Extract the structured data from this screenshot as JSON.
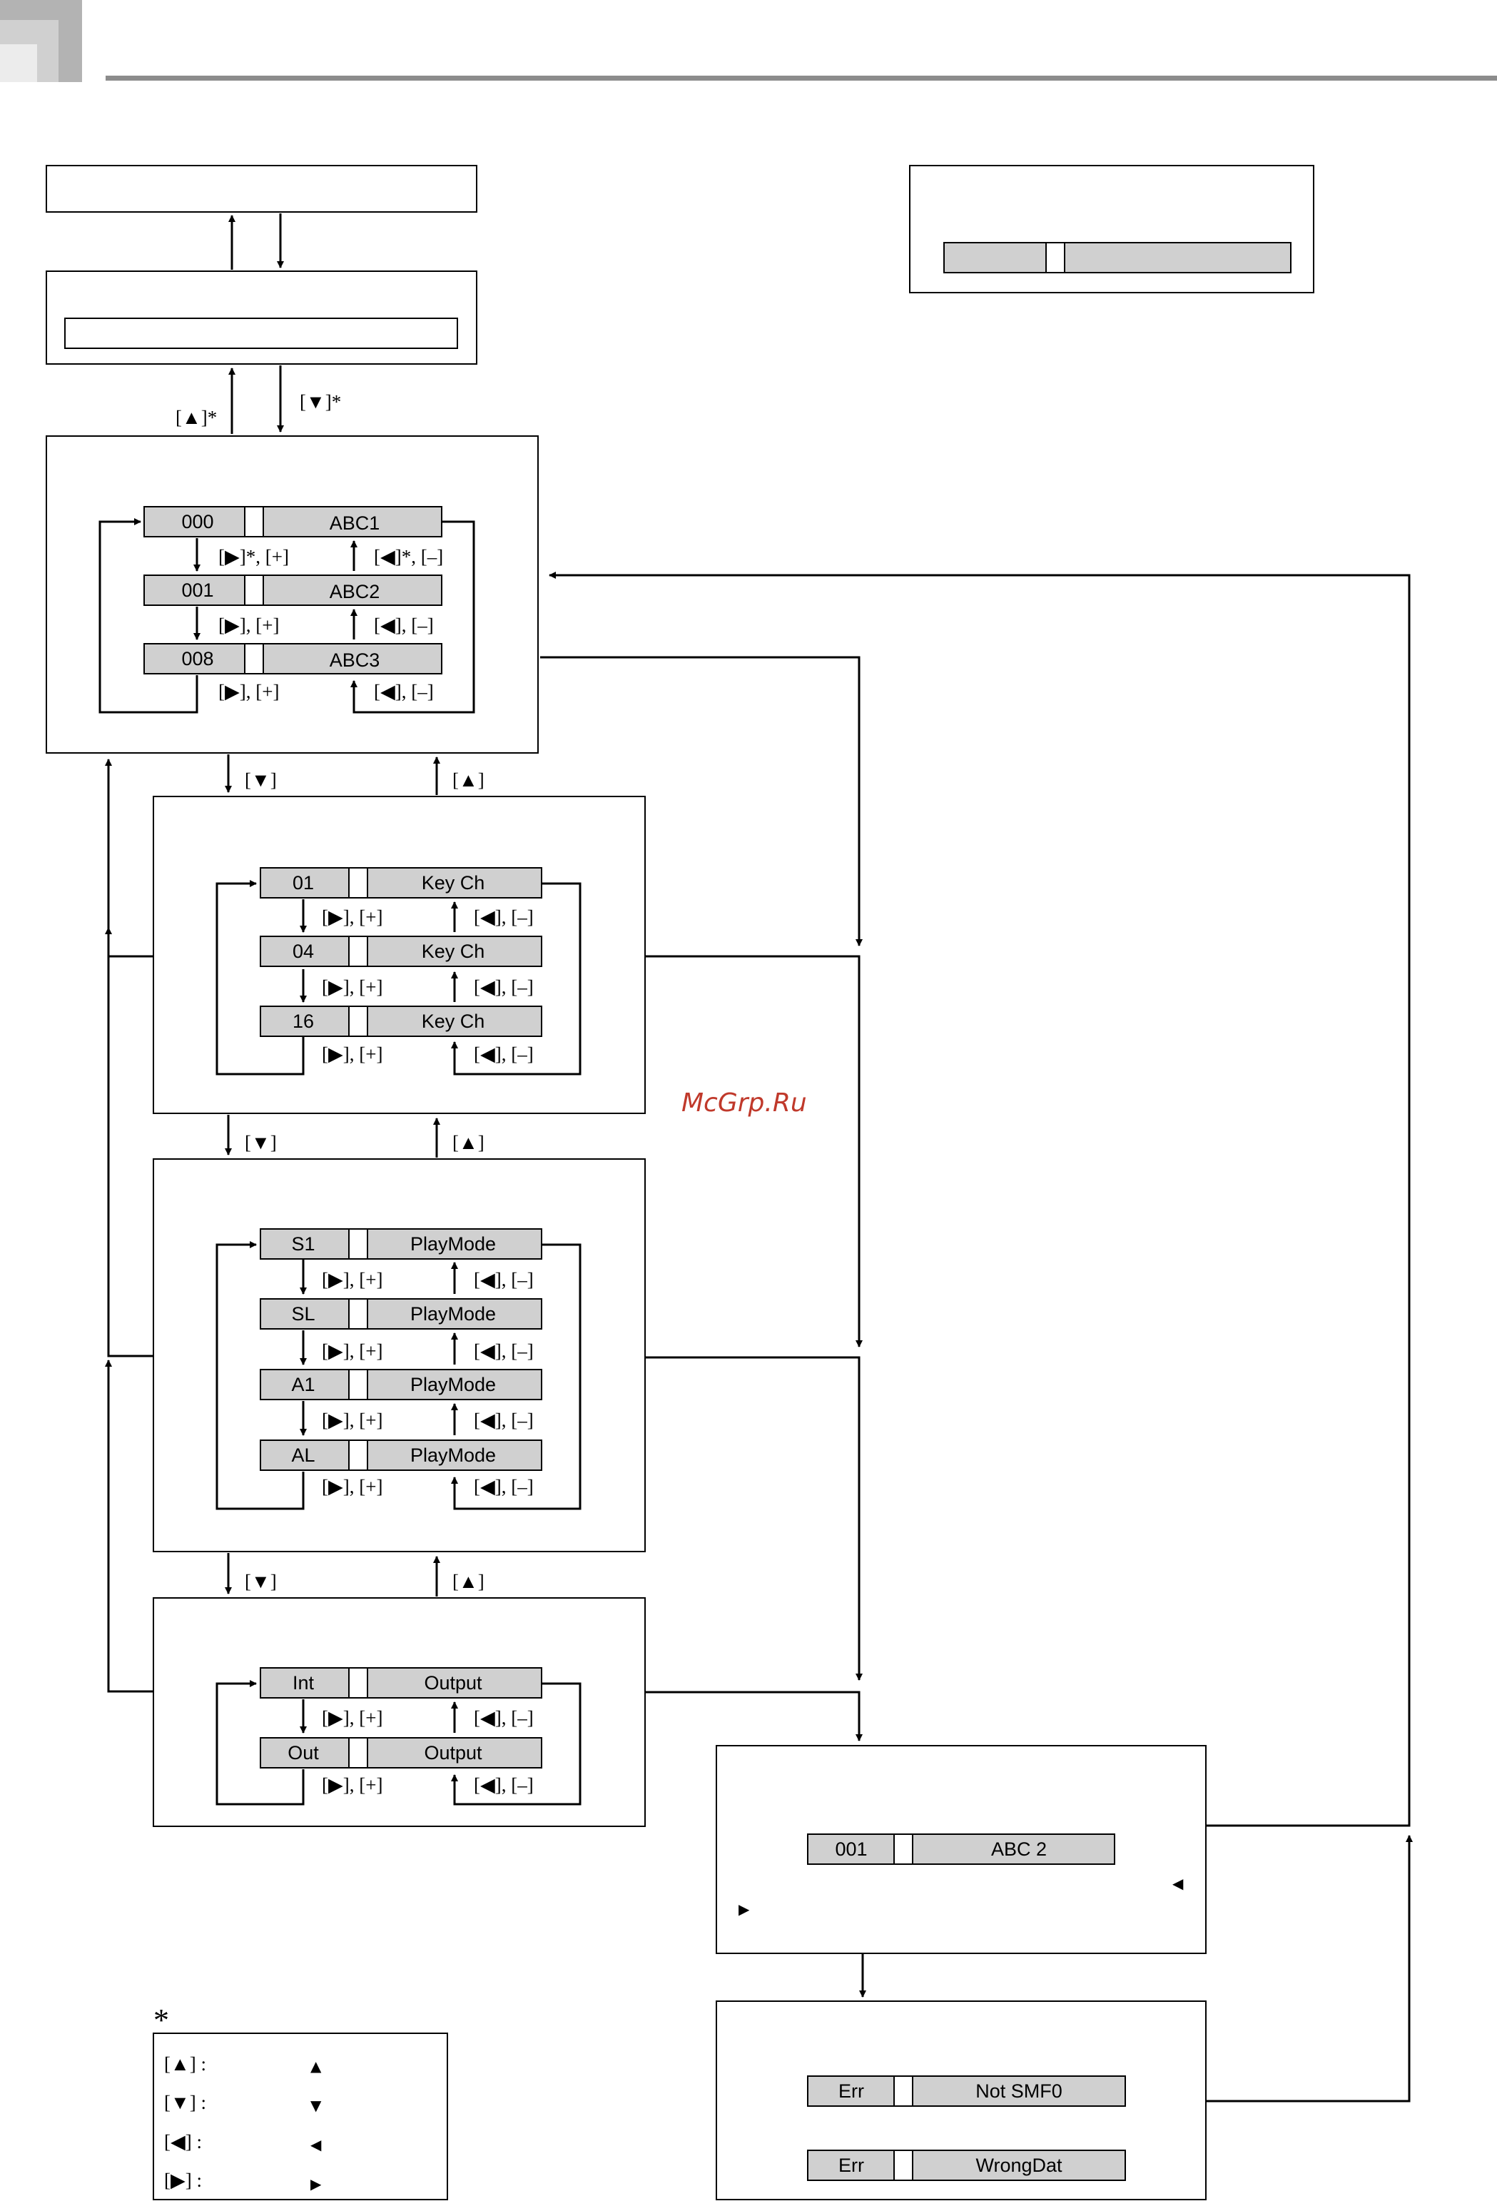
{
  "watermark": "McGrp.Ru",
  "labels": {
    "up": "[▲]",
    "down": "[▼]",
    "up_star": "[▲]*",
    "down_star": "[▼]*",
    "right_plus_star": "[▶]*, [+]",
    "left_minus_star": "[◀]*, [–]",
    "right_plus": "[▶], [+]",
    "left_minus": "[◀], [–]"
  },
  "song_select": {
    "rows": [
      {
        "value": "000",
        "name": "ABC1"
      },
      {
        "value": "001",
        "name": "ABC2"
      },
      {
        "value": "008",
        "name": "ABC3"
      }
    ]
  },
  "key_channel": {
    "rows": [
      {
        "value": "01",
        "name": "Key  Ch"
      },
      {
        "value": "04",
        "name": "Key  Ch"
      },
      {
        "value": "16",
        "name": "Key  Ch"
      }
    ]
  },
  "play_mode": {
    "rows": [
      {
        "value": "S1",
        "name": "PlayMode"
      },
      {
        "value": "SL",
        "name": "PlayMode"
      },
      {
        "value": "A1",
        "name": "PlayMode"
      },
      {
        "value": "AL",
        "name": "PlayMode"
      }
    ]
  },
  "output": {
    "rows": [
      {
        "value": "Int",
        "name": "Output"
      },
      {
        "value": "Out",
        "name": "Output"
      }
    ]
  },
  "playback": {
    "value": "001",
    "name": "ABC 2",
    "right_marker": "◀",
    "left_marker": "▶"
  },
  "errors": {
    "rows": [
      {
        "value": "Err",
        "name": "Not  SMF0"
      },
      {
        "value": "Err",
        "name": "WrongDat"
      }
    ]
  },
  "legend": {
    "star": "*",
    "items": [
      {
        "key": "[▲] :",
        "glyph": "▲"
      },
      {
        "key": "[▼] :",
        "glyph": "▼"
      },
      {
        "key": "[◀] :",
        "glyph": "◀"
      },
      {
        "key": "[▶] :",
        "glyph": "▶"
      }
    ]
  }
}
